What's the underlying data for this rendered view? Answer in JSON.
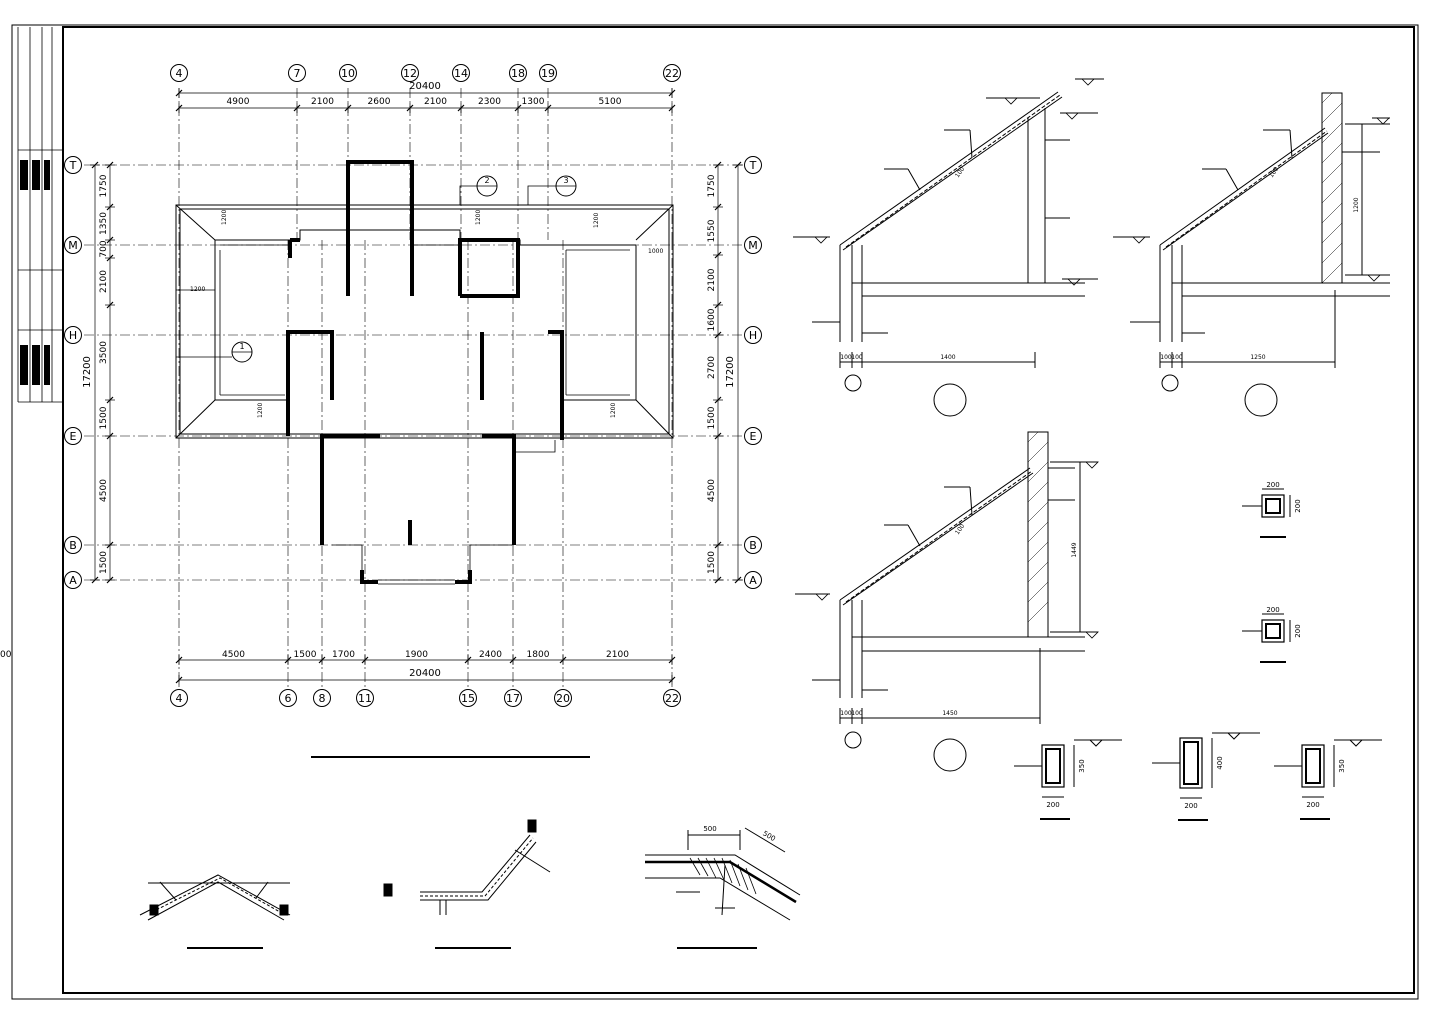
{
  "plan": {
    "top_axes": [
      "4",
      "7",
      "10",
      "12",
      "14",
      "18",
      "19",
      "22"
    ],
    "bottom_axes": [
      "4",
      "6",
      "8",
      "11",
      "15",
      "17",
      "20",
      "22"
    ],
    "left_axes": [
      "T",
      "M",
      "H",
      "E",
      "B",
      "A"
    ],
    "right_axes": [
      "T",
      "M",
      "H",
      "E",
      "B",
      "A"
    ],
    "top_total": "20400",
    "bottom_total": "20400",
    "top_dims": [
      "4900",
      "2100",
      "2600",
      "2100",
      "2300",
      "1300",
      "5100"
    ],
    "bottom_dims": [
      "4500",
      "1500",
      "1700",
      "1900",
      "2400",
      "1800",
      "2100",
      "4500"
    ],
    "left_dims": [
      "1750",
      "1350",
      "700",
      "2100",
      "3500",
      "1500",
      "4500",
      "1500"
    ],
    "left_total": "17200",
    "right_dims": [
      "1750",
      "1550",
      "2100",
      "1600",
      "2700",
      "1500",
      "4500",
      "1500"
    ],
    "right_total": "17200",
    "section_markers": [
      "1",
      "2",
      "3"
    ],
    "small_dims": [
      "1200",
      "1200",
      "1200",
      "1200",
      "1000",
      "1200",
      "1200"
    ]
  },
  "sections": {
    "sec_a": {
      "dims": [
        "100",
        "100",
        "1400"
      ],
      "slope": "100"
    },
    "sec_b": {
      "dims": [
        "100",
        "100",
        "1250"
      ],
      "height": "1200",
      "slope": "100"
    },
    "sec_c": {
      "dims": [
        "100",
        "100",
        "1450"
      ],
      "height": "1449",
      "slope": "100"
    }
  },
  "columns": [
    {
      "w": "200",
      "h": "200"
    },
    {
      "w": "200",
      "h": "200"
    }
  ],
  "beams": [
    {
      "w": "200",
      "h": "350"
    },
    {
      "w": "200",
      "h": "400"
    },
    {
      "w": "200",
      "h": "350"
    }
  ],
  "nodes": {
    "dim1": "500",
    "dim2": "500"
  }
}
